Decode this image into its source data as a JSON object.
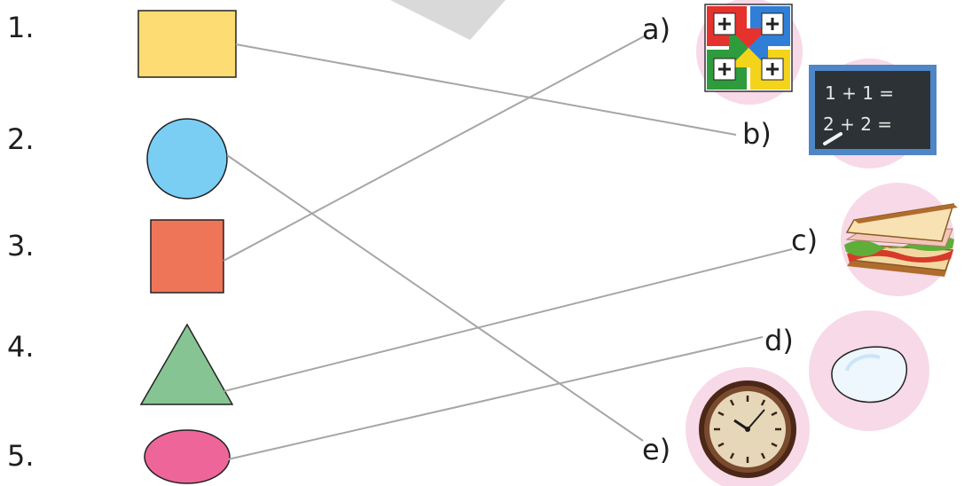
{
  "numbers": [
    "1.",
    "2.",
    "3.",
    "4.",
    "5."
  ],
  "letters": [
    "a)",
    "b)",
    "c)",
    "d)",
    "e)"
  ],
  "shapes": [
    {
      "number": "1.",
      "shape": "rectangle",
      "color": "#FDDC73"
    },
    {
      "number": "2.",
      "shape": "circle",
      "color": "#7ACEF4"
    },
    {
      "number": "3.",
      "shape": "square",
      "color": "#EE7558"
    },
    {
      "number": "4.",
      "shape": "triangle",
      "color": "#86C593"
    },
    {
      "number": "5.",
      "shape": "oval",
      "color": "#EE6699"
    }
  ],
  "pictures": [
    {
      "letter": "a)",
      "object": "ludo-board-icon"
    },
    {
      "letter": "b)",
      "object": "chalkboard-icon",
      "chalkboard_text": [
        "1 + 1 =",
        "2 + 2 ="
      ]
    },
    {
      "letter": "c)",
      "object": "sandwich-icon"
    },
    {
      "letter": "d)",
      "object": "egg-icon"
    },
    {
      "letter": "e)",
      "object": "wall-clock-icon"
    }
  ],
  "matches": [
    {
      "from": "1.",
      "to": "b)"
    },
    {
      "from": "2.",
      "to": "e)"
    },
    {
      "from": "3.",
      "to": "a)"
    },
    {
      "from": "4.",
      "to": "c)"
    },
    {
      "from": "5.",
      "to": "d)"
    }
  ],
  "colors": {
    "line": "#a6a6a6",
    "pink_disc": "#F7D9E8",
    "chalkboard_frame": "#4F86C6",
    "chalkboard_surface": "#2c3236",
    "watermark": "#d9d9d9"
  }
}
